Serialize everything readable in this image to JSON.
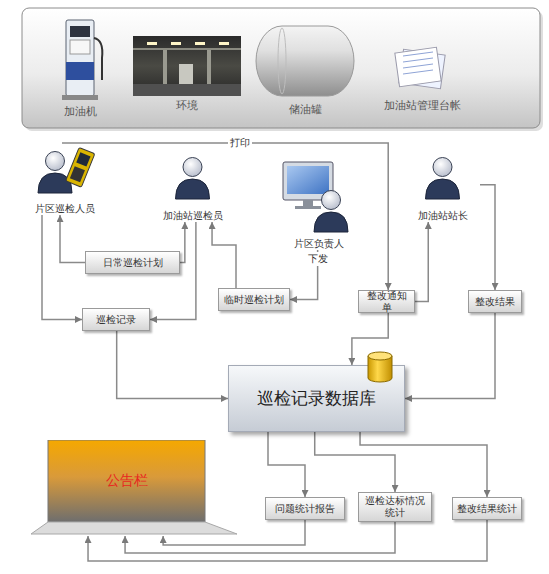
{
  "diagram": {
    "nodes": [
      {
        "text": [
          "加油机"
        ]
      },
      {
        "text": [
          "环境"
        ]
      },
      {
        "text": [
          "储油罐"
        ]
      },
      {
        "text": [
          "加油站管理台帐"
        ]
      },
      {
        "text": [
          "片区巡检人员"
        ]
      },
      {
        "text": [
          "加油站巡检员"
        ]
      },
      {
        "text": [
          "片区负责人"
        ]
      },
      {
        "text": [
          "加油站站长"
        ]
      },
      {
        "text": [
          "日常巡检计划"
        ]
      },
      {
        "text": [
          "临时巡检计划"
        ]
      },
      {
        "text": [
          "巡检记录"
        ]
      },
      {
        "text": [
          "整改通知单"
        ]
      },
      {
        "text": [
          "整改结果"
        ]
      },
      {
        "text": [
          "巡检记录数据库"
        ]
      },
      {
        "text": [
          "公告栏"
        ]
      },
      {
        "text": [
          "问题统计报告"
        ]
      },
      {
        "text": [
          "巡检达标情况统计"
        ]
      },
      {
        "text": [
          "整改结果统计"
        ]
      }
    ],
    "edges": [
      {
        "from": 4,
        "to": 11,
        "label": "打印",
        "arrow": "to"
      },
      {
        "from": 8,
        "to": 4,
        "arrow": "to"
      },
      {
        "from": 8,
        "to": 5,
        "arrow": "to"
      },
      {
        "from": 9,
        "to": 5,
        "arrow": "to"
      },
      {
        "from": 6,
        "to": 9,
        "label": "下发",
        "arrow": "to"
      },
      {
        "from": 4,
        "to": 10,
        "arrow": "to"
      },
      {
        "from": 5,
        "to": 10,
        "arrow": "to"
      },
      {
        "from": 10,
        "to": 13,
        "arrow": "to"
      },
      {
        "from": 7,
        "to": 12,
        "arrow": "to"
      },
      {
        "from": 11,
        "to": 7,
        "arrow": "to"
      },
      {
        "from": 11,
        "to": 13,
        "arrow": "to"
      },
      {
        "from": 12,
        "to": 13,
        "arrow": "to"
      },
      {
        "from": 13,
        "to": 15,
        "arrow": "to"
      },
      {
        "from": 13,
        "to": 16,
        "arrow": "to"
      },
      {
        "from": 13,
        "to": 17,
        "arrow": "to"
      },
      {
        "from": 15,
        "to": 14,
        "arrow": "to"
      },
      {
        "from": 16,
        "to": 14,
        "arrow": "to"
      },
      {
        "from": 17,
        "to": 14,
        "arrow": "to"
      }
    ]
  }
}
